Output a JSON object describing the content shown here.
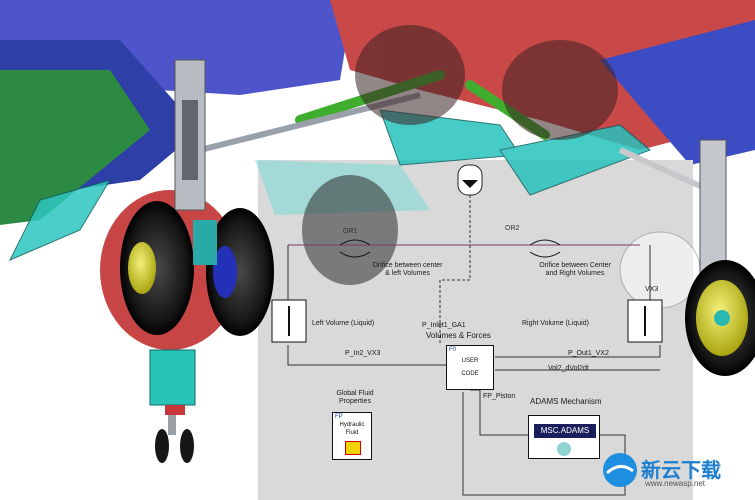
{
  "diagram": {
    "orifice_left_label": "Orifice between center & left Volumes",
    "orifice_right_label": "Orifice between Center and Right Volumes",
    "or1_tag": "OR1",
    "or2_tag": "OR2",
    "left_volume_label": "Left Volume (Liquid)",
    "right_volume_label": "Right Volume (Liquid)",
    "vx3_tag": "VX3",
    "volumes_forces_label": "Volumes & Forces",
    "user_code_tag": "F0",
    "user_code_line1": "USER",
    "user_code_line2": "CODE",
    "p_inlet_label": "P_Inlet1_GA1",
    "p_in2_label": "P_In2_VX3",
    "p_out_label": "P_Out1_VX2",
    "vol2_label": "Vol2_dVol2dt",
    "fp_piston_label": "FP_Piston",
    "global_fluid_title": "Global Fluid Properties",
    "fp_tag": "FP",
    "hydraulic_line1": "Hydraulic",
    "hydraulic_line2": "Fluid",
    "adams_title": "ADAMS Mechanism",
    "adams_label": "MSC.ADAMS"
  },
  "watermark": {
    "brand_cn": "新云下载",
    "url": "www.newasp.net"
  },
  "colors": {
    "panel_gray": "#d9d9d9",
    "wing_blue": "#4a55c8",
    "body_red": "#c83a3a",
    "cyan_panel": "#2cc6c0",
    "green_strut": "#3fae2f",
    "tire": "#1a1a1a",
    "rim_yellow": "#d8d51e"
  }
}
